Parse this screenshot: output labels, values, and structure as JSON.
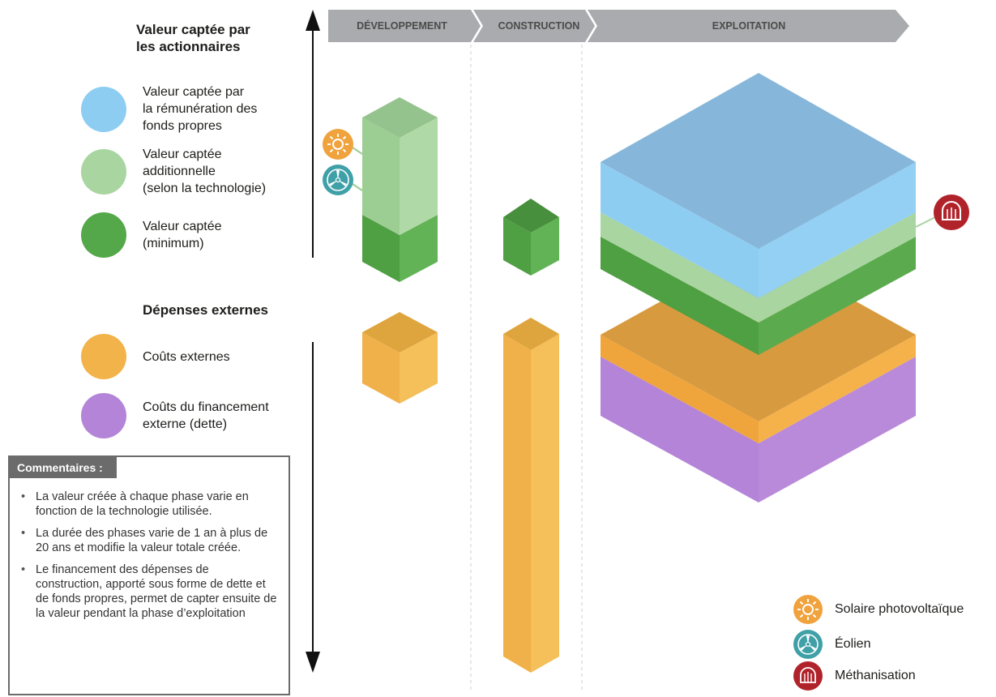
{
  "phases": [
    {
      "label": "DÉVELOPPEMENT"
    },
    {
      "label": "CONSTRUCTION"
    },
    {
      "label": "EXPLOITATION"
    }
  ],
  "legend": {
    "value_title": "Valeur captée par\nles actionnaires",
    "value_items": [
      {
        "label": "Valeur captée par\nla rémunération des\nfonds propres",
        "color": "#8ecdf2"
      },
      {
        "label": "Valeur captée\nadditionnelle\n(selon la technologie)",
        "color": "#a8d5a0"
      },
      {
        "label": "Valeur captée\n(minimum)",
        "color": "#55a84a"
      }
    ],
    "cost_title": "Dépenses externes",
    "cost_items": [
      {
        "label": "Coûts externes",
        "color": "#f2b34a"
      },
      {
        "label": "Coûts du financement\nexterne (dette)",
        "color": "#b484d8"
      }
    ]
  },
  "comments": {
    "title": "Commentaires :",
    "items": [
      "La valeur créée à chaque phase varie en fonction de la technologie utilisée.",
      "La durée des phases varie de 1 an à plus de 20 ans et modifie la valeur totale créée.",
      "Le financement des dépenses de construction, apporté sous forme de dette et de fonds propres, permet de capter ensuite de la valeur pendant la phase d’exploitation"
    ]
  },
  "technologies": [
    {
      "label": "Solaire photovoltaïque",
      "icon": "sun-icon",
      "color": "#f0a23c"
    },
    {
      "label": "Éolien",
      "icon": "wind-turbine-icon",
      "color": "#3fa0a8"
    },
    {
      "label": "Méthanisation",
      "icon": "methanisation-icon",
      "color": "#b1232b"
    }
  ],
  "colors": {
    "equity_return": "#8ecdf2",
    "additional_value": "#a8d5a0",
    "minimum_value": "#55a84a",
    "external_costs": "#f2b34a",
    "debt_costs": "#b484d8",
    "phase_banner": "#a9abae"
  }
}
